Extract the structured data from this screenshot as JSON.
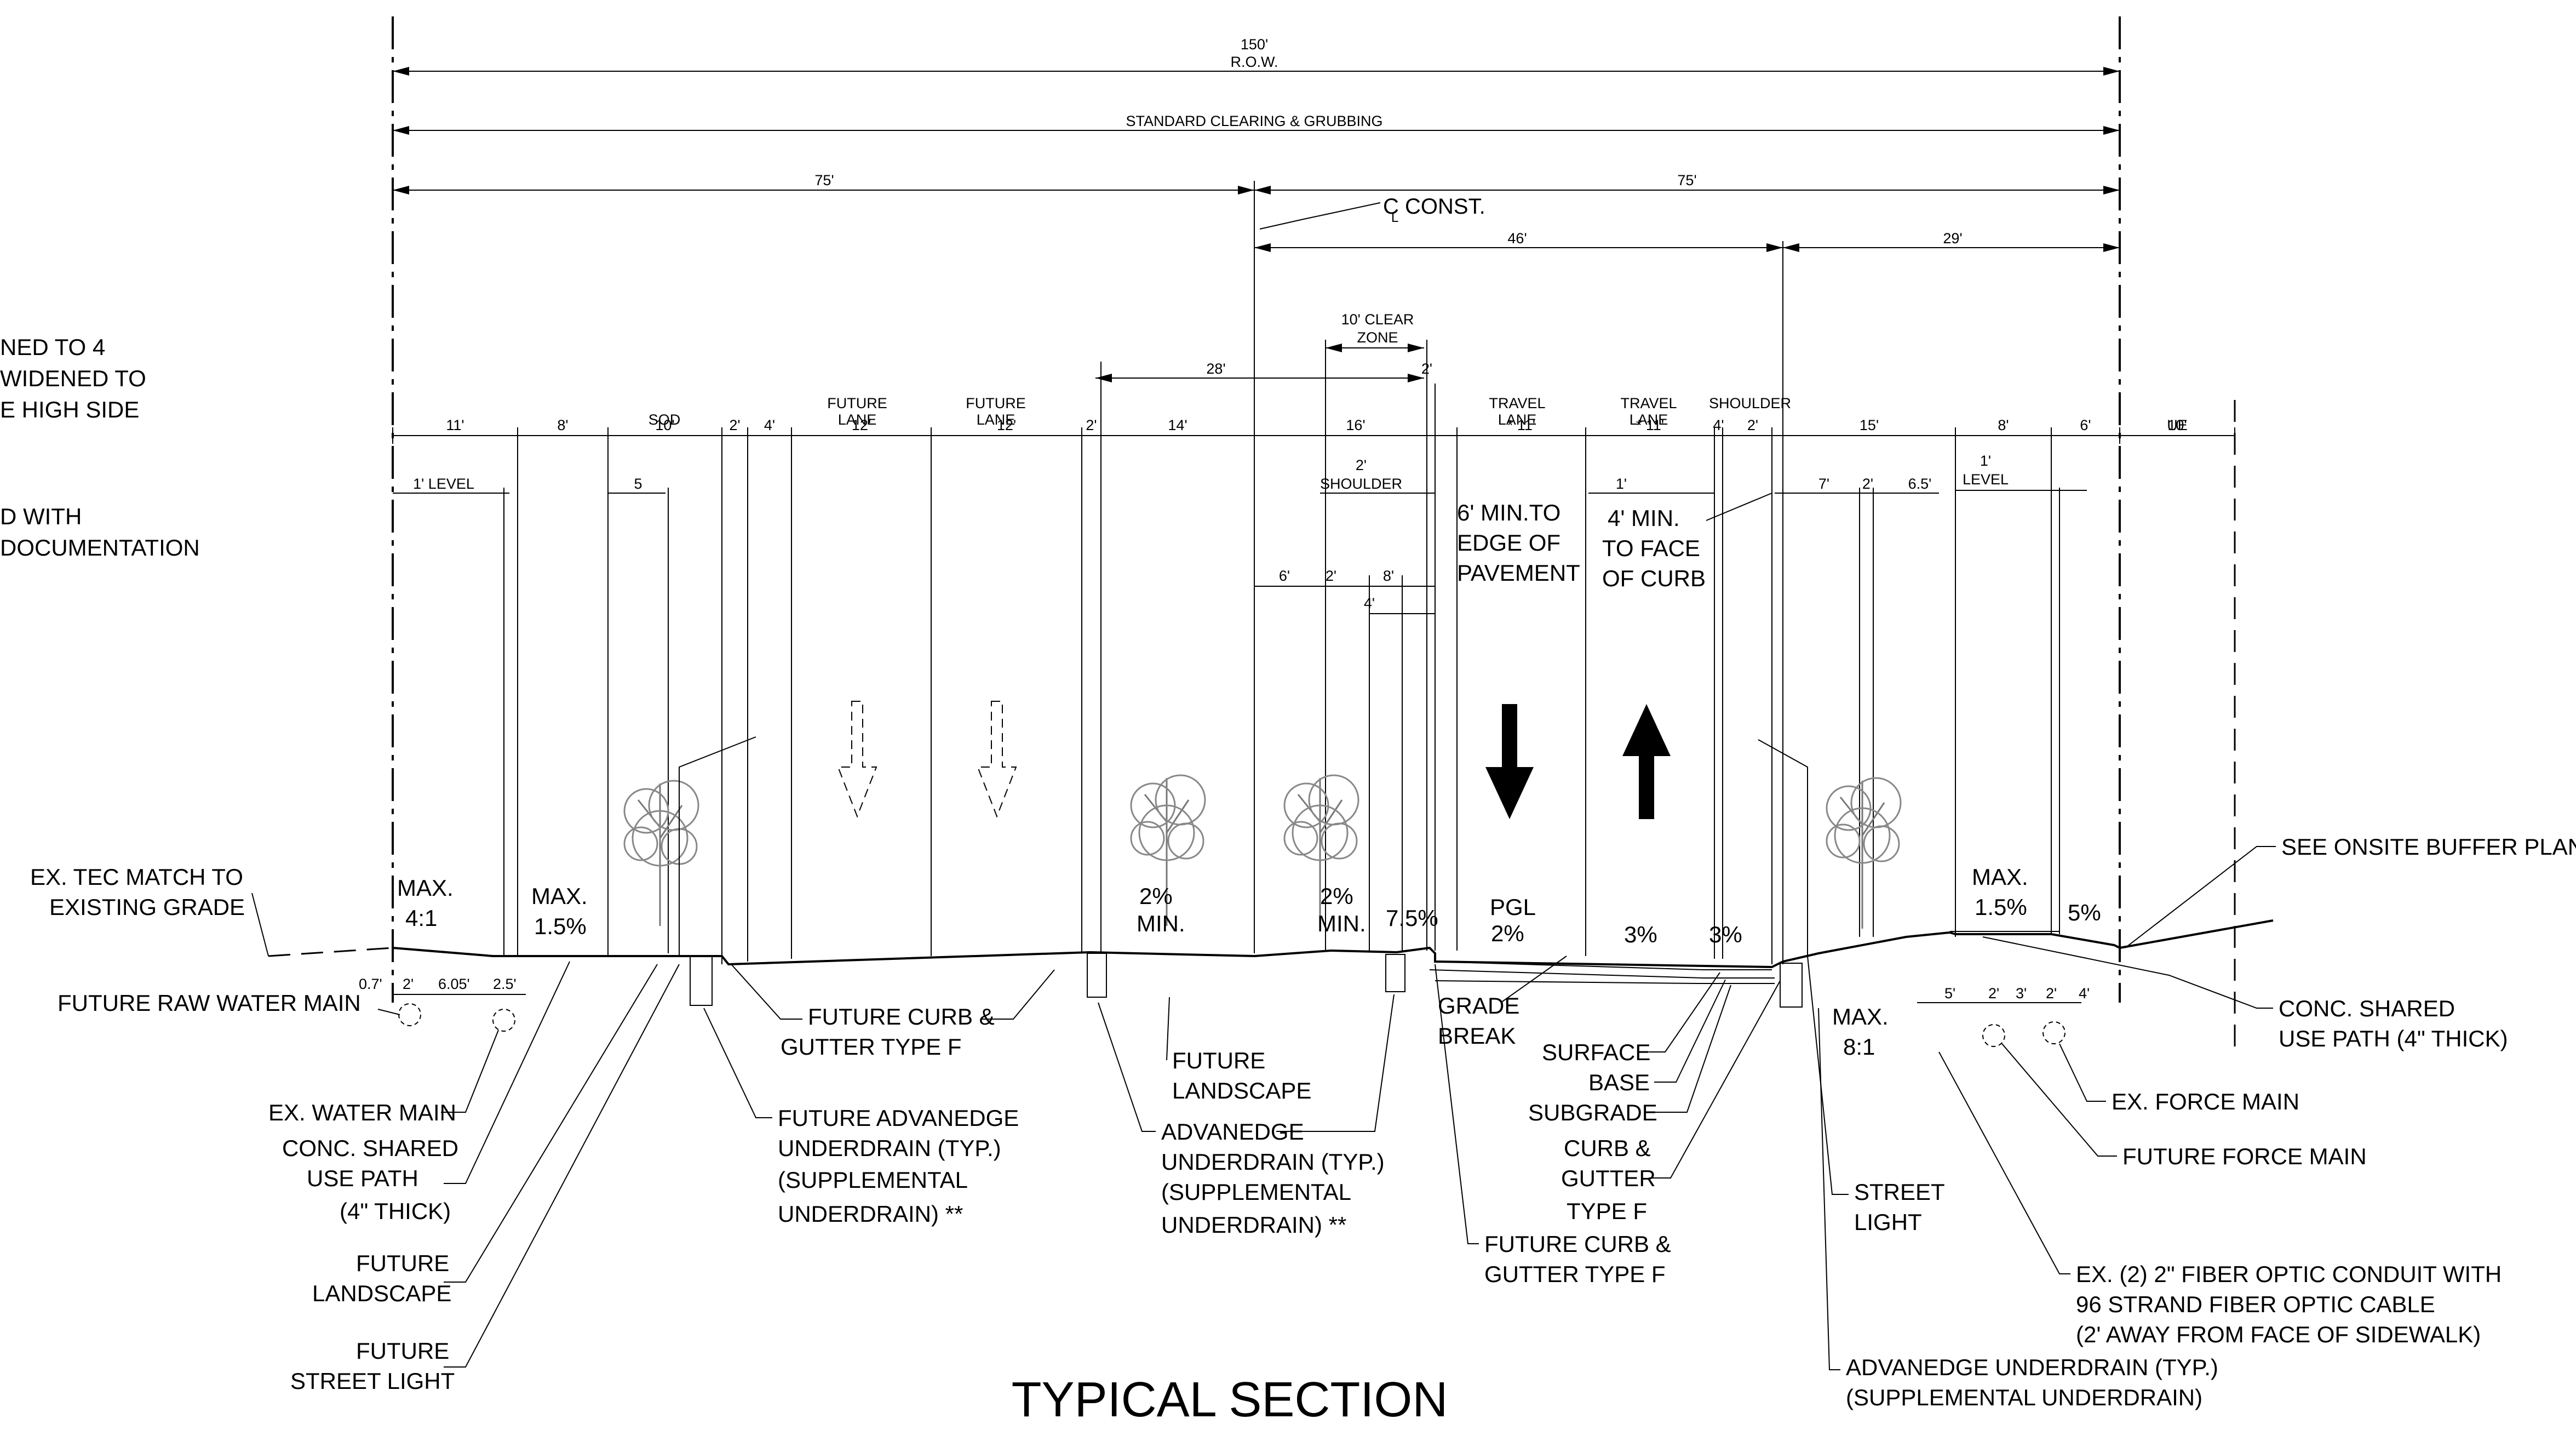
{
  "drawing": {
    "title": "TYPICAL SECTION",
    "left_notes": [
      "NED TO 4",
      "WIDENED TO",
      "E HIGH SIDE",
      "D WITH",
      "DOCUMENTATION"
    ],
    "top_dimensions": {
      "row": "150'",
      "row_label": "R.O.W.",
      "clearing": "STANDARD CLEARING & GRUBBING",
      "left_half": "75'",
      "right_half": "75'",
      "const_label": "C  CONST.",
      "const_sub": "L",
      "dim_46": "46'",
      "dim_29": "29'",
      "dim_28": "28'",
      "clear_zone": "10' CLEAR",
      "clear_zone_2": "ZONE",
      "dim_2_cz": "2'"
    },
    "segment_dims": [
      "11'",
      "8'",
      "10'",
      "2'",
      "4'",
      "12'",
      "12'",
      "2'",
      "14'",
      "16'",
      "* 11'",
      "* 11'",
      "4'",
      "2'",
      "15'",
      "8'",
      "6'",
      "10'"
    ],
    "segment_labels": [
      "SOD",
      "FUTURE",
      "LANE",
      "FUTURE",
      "LANE",
      "TRAVEL",
      "LANE",
      "TRAVEL",
      "LANE",
      "SHOULDER",
      "UE"
    ],
    "sub_dims": [
      "1' LEVEL",
      "5",
      "2'",
      "SHOULDER",
      "6'",
      "2'",
      "8'",
      "4'",
      "1'",
      "7'",
      "2'",
      "6.5'",
      "1'",
      "LEVEL"
    ],
    "notes_mid": [
      "6' MIN.TO",
      "EDGE OF",
      "PAVEMENT",
      "4' MIN.",
      "TO FACE",
      "OF CURB"
    ],
    "slopes": [
      "MAX.",
      "4:1",
      "MAX.",
      "1.5%",
      "2%",
      "MIN.",
      "2%",
      "MIN.",
      "7.5%",
      "PGL",
      "2%",
      "3%",
      "3%",
      "MAX.",
      "1.5%",
      "5%",
      "MAX.",
      "8:1"
    ],
    "utility_dims": [
      "0.7'",
      "2'",
      "6.05'",
      "2.5'",
      "5'",
      "2'",
      "3'",
      "2'",
      "4'"
    ],
    "callouts": [
      "EX. TEC MATCH TO",
      "EXISTING GRADE",
      "FUTURE RAW WATER MAIN",
      "EX. WATER MAIN",
      "CONC. SHARED",
      "USE PATH",
      "(4\" THICK)",
      "FUTURE",
      "LANDSCAPE",
      "FUTURE",
      "STREET LIGHT",
      "FUTURE CURB &",
      "GUTTER TYPE F",
      "FUTURE ADVANEDGE",
      "UNDERDRAIN (TYP.)",
      "(SUPPLEMENTAL",
      "UNDERDRAIN) **",
      "FUTURE",
      "LANDSCAPE",
      "ADVANEDGE",
      "UNDERDRAIN (TYP.)",
      "(SUPPLEMENTAL",
      "UNDERDRAIN) **",
      "GRADE",
      "BREAK",
      "FUTURE CURB &",
      "GUTTER TYPE F",
      "SURFACE",
      "BASE",
      "SUBGRADE",
      "CURB &",
      "GUTTER",
      "TYPE F",
      "STREET",
      "LIGHT",
      "ADVANEDGE UNDERDRAIN (TYP.)",
      "(SUPPLEMENTAL UNDERDRAIN)",
      "SEE ONSITE BUFFER PLAN",
      "CONC. SHARED",
      "USE PATH (4\" THICK)",
      "EX. FORCE MAIN",
      "FUTURE FORCE MAIN",
      "EX. (2) 2\" FIBER OPTIC CONDUIT WITH",
      "96 STRAND FIBER OPTIC CABLE",
      "(2' AWAY FROM FACE OF SIDEWALK)"
    ]
  }
}
